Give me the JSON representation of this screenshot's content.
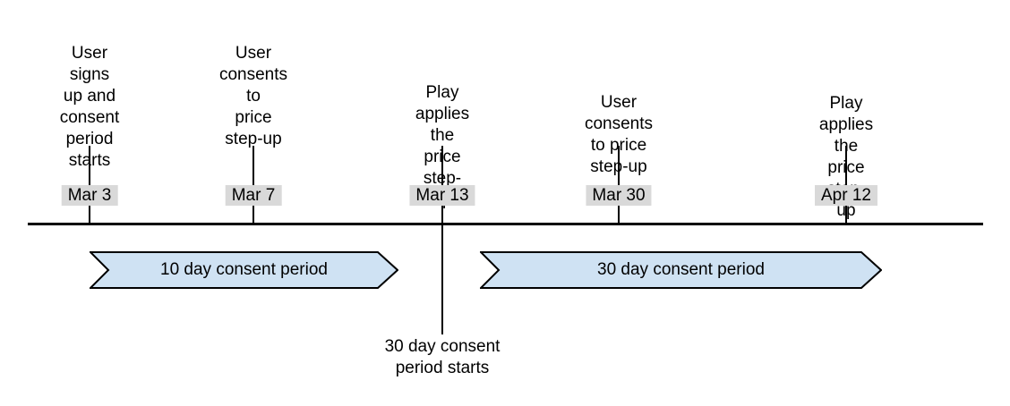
{
  "events": [
    {
      "date": "Mar 3",
      "label": "User signs\nup and\nconsent\nperiod starts"
    },
    {
      "date": "Mar 7",
      "label": "User\nconsents to\nprice\nstep-up"
    },
    {
      "date": "Mar 13",
      "label": "Play applies the\nprice step-up"
    },
    {
      "date": "Mar 30",
      "label": "User consents to price\nstep-up"
    },
    {
      "date": "Apr 12",
      "label": "Play applies the\nprice step-up"
    }
  ],
  "periods": [
    {
      "label": "10 day consent period"
    },
    {
      "label": "30 day consent period"
    }
  ],
  "callout": "30 day consent\nperiod starts",
  "colors": {
    "period_fill": "#cfe2f3",
    "period_border": "#000000",
    "date_badge_bg": "#d9d9d9",
    "line": "#000000",
    "text": "#000000",
    "background": "#ffffff"
  }
}
